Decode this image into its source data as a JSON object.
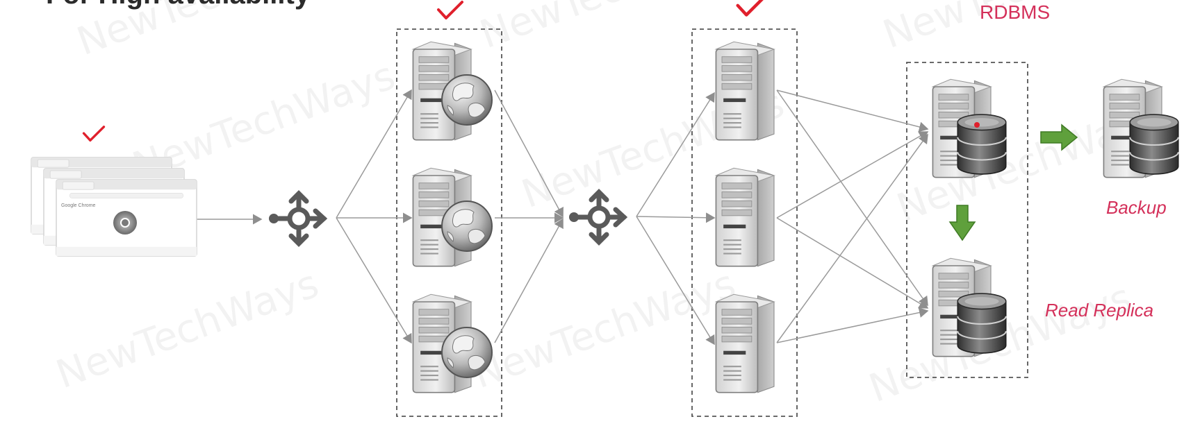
{
  "slide": {
    "title": "For High availability",
    "rdbms_label": "RDBMS",
    "backup_label": "Backup",
    "replica_label": "Read Replica",
    "watermark": "NewTechWays"
  },
  "browser": {
    "brand": "Google Chrome"
  },
  "colors": {
    "accent_red": "#d4305a",
    "check_red": "#e0202c",
    "arrow_green": "#5fa03c",
    "line_gray": "#9a9a9a",
    "lb_gray": "#5a5a5a"
  },
  "icons": {
    "client": "browser-window-icon",
    "load_balancer": "load-balancer-icon",
    "web_server": "web-server-icon",
    "app_server": "server-icon",
    "database": "database-server-icon",
    "check": "checkmark-icon",
    "arrow": "green-arrow-icon"
  }
}
